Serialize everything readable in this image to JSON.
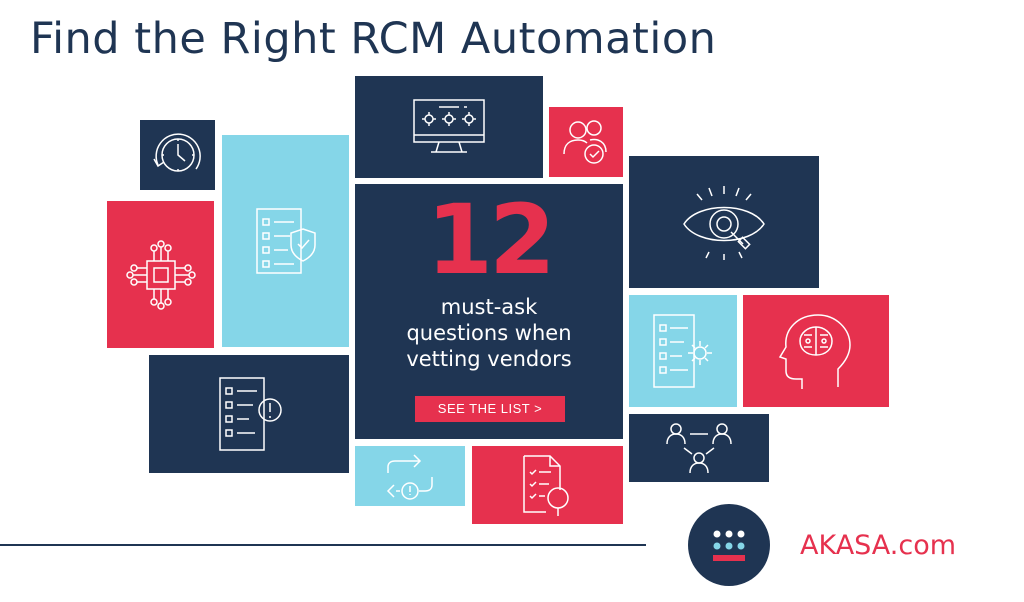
{
  "header": {
    "title": "Find the Right RCM Automation"
  },
  "promo": {
    "number": "12",
    "line1": "must-ask",
    "line2": "questions when",
    "line3": "vetting vendors",
    "cta_label": "SEE THE LIST >"
  },
  "brand": {
    "name": "AKASA.com"
  },
  "colors": {
    "navy": "#1f3553",
    "red": "#e6314e",
    "cyan": "#85d6e8",
    "white": "#ffffff"
  },
  "icons": [
    "clock-icon",
    "monitor-settings-icon",
    "users-check-icon",
    "checklist-shield-icon",
    "chip-icon",
    "eye-search-icon",
    "checklist-gear-icon",
    "ai-head-icon",
    "checklist-alert-icon",
    "team-network-icon",
    "refresh-alert-icon",
    "document-search-icon",
    "akasa-logo-icon"
  ]
}
